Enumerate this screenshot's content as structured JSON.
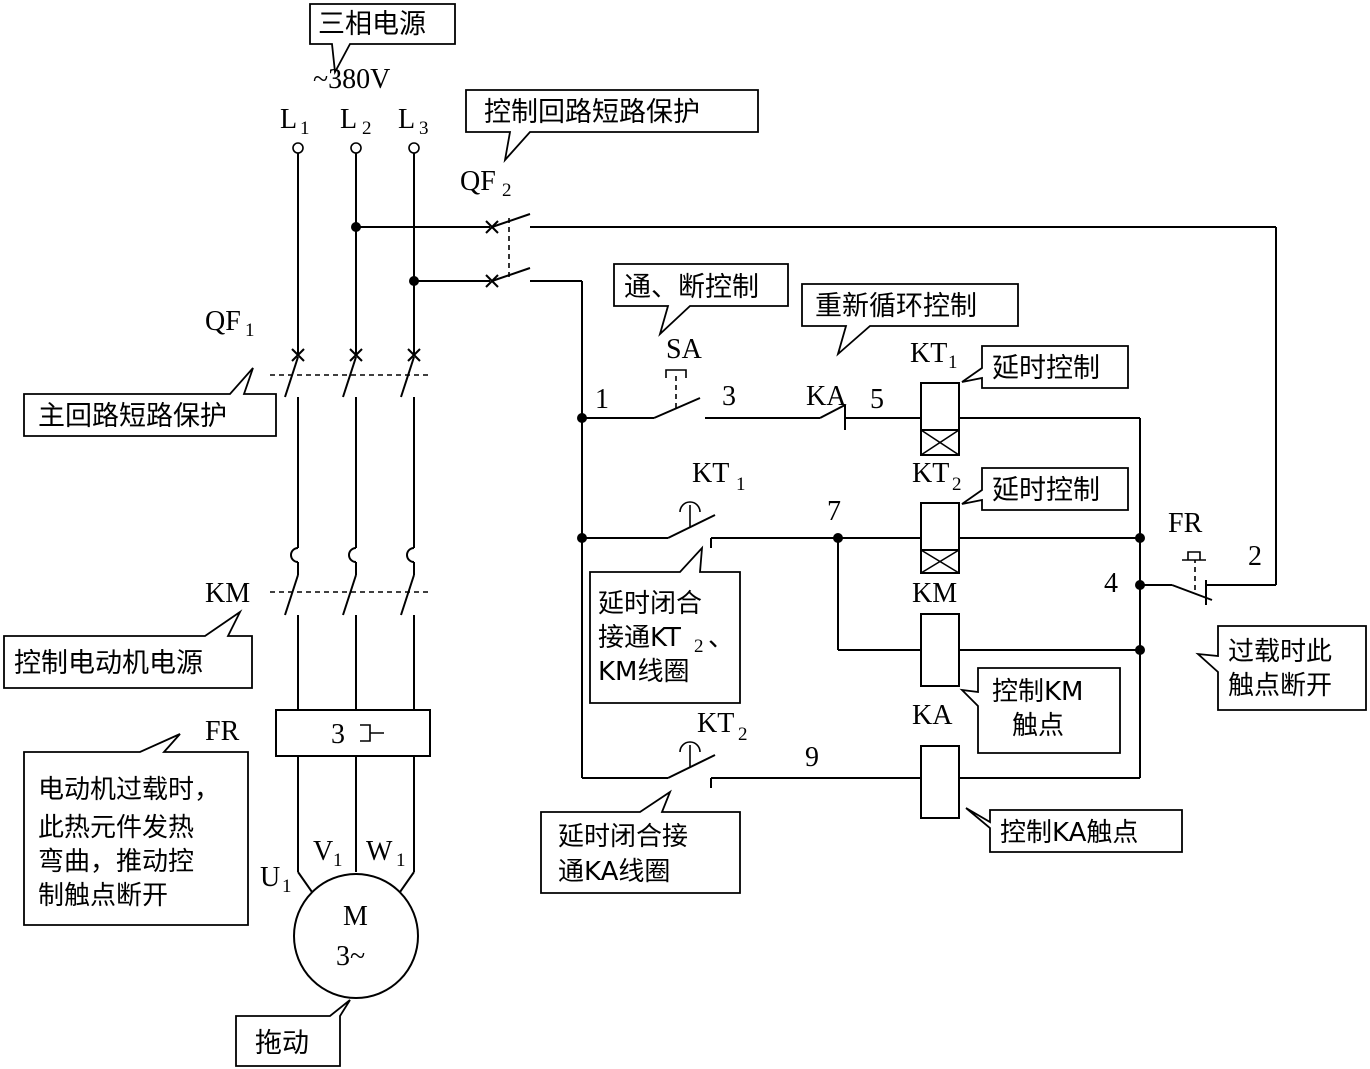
{
  "labels": {
    "three_phase_source": "三相电源",
    "voltage": "~380V",
    "l1": "L",
    "l1_sub": "1",
    "l2": "L",
    "l2_sub": "2",
    "l3": "L",
    "l3_sub": "3",
    "qf1": "QF",
    "qf1_sub": "1",
    "qf2": "QF",
    "qf2_sub": "2",
    "km_main": "KM",
    "fr_main": "FR",
    "fr_element": "3",
    "u1": "U",
    "u1_sub": "1",
    "v1": "V",
    "v1_sub": "1",
    "w1": "W",
    "w1_sub": "1",
    "motor_m": "M",
    "motor_phase": "3~",
    "sa": "SA",
    "node_1": "1",
    "node_3": "3",
    "node_5": "5",
    "node_7": "7",
    "node_9": "9",
    "node_4": "4",
    "node_2": "2",
    "ka_contact": "KA",
    "kt1_coil": "KT",
    "kt1_coil_sub": "1",
    "kt2_coil": "KT",
    "kt2_coil_sub": "2",
    "km_coil": "KM",
    "ka_coil": "KA",
    "kt1_contact": "KT",
    "kt1_contact_sub": "1",
    "kt2_contact": "KT",
    "kt2_contact_sub": "2",
    "fr_contact": "FR"
  },
  "callouts": {
    "three_phase_source": "三相电源",
    "control_short_protect": "控制回路短路保护",
    "main_short_protect": "主回路短路保护",
    "control_motor_power": "控制电动机电源",
    "fr_note_1": "电动机过载时，",
    "fr_note_2": "此热元件发热",
    "fr_note_3": "弯曲，推动控",
    "fr_note_4": "制触点断开",
    "drive": "拖动",
    "on_off_control": "通、断控制",
    "recycle_control": "重新循环控制",
    "delay_control_1": "延时控制",
    "delay_control_2": "延时控制",
    "kt1_note_1": "延时闭合",
    "kt1_note_2": "接通KT",
    "kt1_note_2_sub": "2",
    "kt1_note_2_tail": "、",
    "kt1_note_3": "KM线圈",
    "km_note_1": "控制KM",
    "km_note_2": "触点",
    "kt2_note_1": "延时闭合接",
    "kt2_note_2": "通KA线圈",
    "ka_note": "控制KA触点",
    "overload_note_1": "过载时此",
    "overload_note_2": "触点断开"
  }
}
